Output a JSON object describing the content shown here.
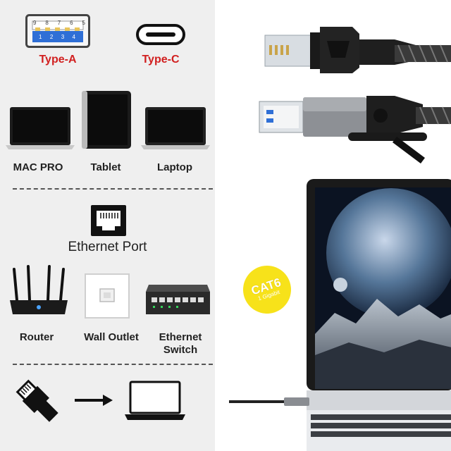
{
  "ports": {
    "type_a": "Type-A",
    "type_c": "Type-C",
    "usb_pin_top": [
      "9",
      "8",
      "7",
      "6",
      "5"
    ],
    "usb_pin_bottom": [
      "1",
      "2",
      "3",
      "4"
    ]
  },
  "devices": {
    "mac_pro": "MAC PRO",
    "tablet": "Tablet",
    "laptop": "Laptop"
  },
  "ethernet": {
    "port_label": "Ethernet Port"
  },
  "network": {
    "router": "Router",
    "wall_outlet": "Wall Outlet",
    "switch_line1": "Ethernet",
    "switch_line2": "Switch"
  },
  "badge": {
    "cat": "CAT6",
    "speed": "1 Gigabit"
  },
  "colors": {
    "accent_red": "#d11f1f",
    "usb_blue": "#2f6fd6",
    "badge_yellow": "#f7e21a"
  },
  "icons": [
    "usb-a-port-icon",
    "usb-c-port-icon",
    "macbook-icon",
    "tablet-icon",
    "laptop-icon",
    "ethernet-port-icon",
    "router-icon",
    "wall-outlet-icon",
    "network-switch-icon",
    "rj45-plug-icon",
    "arrow-right-icon",
    "laptop-outline-icon"
  ]
}
